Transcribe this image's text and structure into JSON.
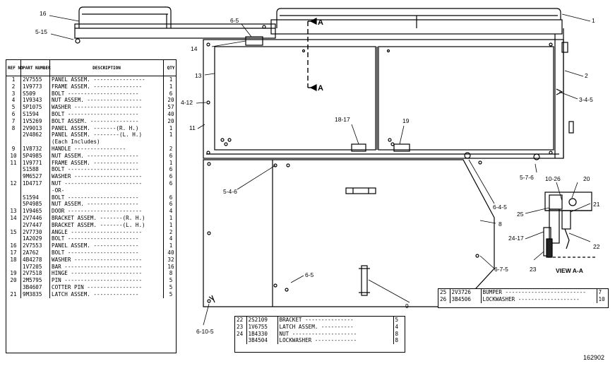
{
  "drawing_number": "162902",
  "view_caption": "VIEW A-A",
  "section_marks": [
    "A",
    "A"
  ],
  "callouts": {
    "c16": "16",
    "c5_15": "5-15",
    "c6_5a": "6-5",
    "c1": "1",
    "c14": "14",
    "c13": "13",
    "c2": "2",
    "c4_12": "4-12",
    "c3_4_5": "3-4-5",
    "c11": "11",
    "c18_17": "18-17",
    "c19": "19",
    "c5_7_6": "5-7-6",
    "c10_26": "10-26",
    "c20": "20",
    "c5_4_6": "5-4-6",
    "c6_4_5": "6-4-5",
    "c25": "25",
    "c21": "21",
    "c8": "8",
    "c24_17": "24-17",
    "c22": "22",
    "c6_7_5": "6-7-5",
    "c23": "23",
    "c6_5b": "6-5",
    "c9": "9",
    "c6_10_5": "6-10-5"
  },
  "parts_table": {
    "headers": {
      "ref": "REF NO",
      "part": "PART NUMBER",
      "desc": "DESCRIPTION",
      "qty": "QTY"
    },
    "rows": [
      {
        "ref": "1",
        "part": "2V7555",
        "desc": "PANEL ASSEM. ----------------",
        "qty": "1"
      },
      {
        "ref": "2",
        "part": "1V9773",
        "desc": "FRAME ASSEM. ---------------",
        "qty": "1"
      },
      {
        "ref": "3",
        "part": "S509",
        "desc": "BOLT ----------------------",
        "qty": "6"
      },
      {
        "ref": "4",
        "part": "1V9343",
        "desc": "NUT ASSEM. -----------------",
        "qty": "20"
      },
      {
        "ref": "5",
        "part": "5P1075",
        "desc": "WASHER ---------------------",
        "qty": "57"
      },
      {
        "ref": "6",
        "part": "S1594",
        "desc": "BOLT ----------------------",
        "qty": "40"
      },
      {
        "ref": "7",
        "part": "1V5269",
        "desc": "BOLT ASSEM. ---------------",
        "qty": "20"
      },
      {
        "ref": "8",
        "part": "2V9013",
        "desc": "PANEL ASSEM. -------(R. H.)",
        "qty": "1"
      },
      {
        "ref": "",
        "part": "2V4862",
        "desc": "PANEL ASSEM. --------(L. H.)",
        "qty": "1"
      },
      {
        "ref": "",
        "part": "",
        "desc": "(Each Includes)",
        "qty": ""
      },
      {
        "ref": "9",
        "part": "1V8732",
        "desc": "HANDLE ----------------",
        "qty": "2"
      },
      {
        "ref": "10",
        "part": "5P4985",
        "desc": "NUT ASSEM. ----------------",
        "qty": "6"
      },
      {
        "ref": "11",
        "part": "1V9771",
        "desc": "FRAME ASSEM. --------------",
        "qty": "1"
      },
      {
        "ref": "",
        "part": "S1588",
        "desc": "BOLT ----------------------",
        "qty": "6"
      },
      {
        "ref": "",
        "part": "9M6527",
        "desc": "WASHER ---------------------",
        "qty": "6"
      },
      {
        "ref": "12",
        "part": "1D4717",
        "desc": "NUT ------------------------",
        "qty": "6"
      },
      {
        "ref": "",
        "part": "",
        "desc": "-OR-",
        "qty": ""
      },
      {
        "ref": "",
        "part": "S1594",
        "desc": "BOLT ----------------------",
        "qty": "6"
      },
      {
        "ref": "",
        "part": "5P4985",
        "desc": "NUT ASSEM. ----------------",
        "qty": "6"
      },
      {
        "ref": "13",
        "part": "1V9465",
        "desc": "DOOR -----------------------",
        "qty": "4"
      },
      {
        "ref": "14",
        "part": "2V7446",
        "desc": "BRACKET ASSEM. -------(R. H.)",
        "qty": "1"
      },
      {
        "ref": "",
        "part": "2V7447",
        "desc": "BRACKET ASSEM. -------(L. H.)",
        "qty": "1"
      },
      {
        "ref": "15",
        "part": "2V7730",
        "desc": "ANGLE ----------------------",
        "qty": "2"
      },
      {
        "ref": "",
        "part": "1A2029",
        "desc": "BOLT ----------------------",
        "qty": "4"
      },
      {
        "ref": "16",
        "part": "2V7553",
        "desc": "PANEL ASSEM. --------------",
        "qty": "1"
      },
      {
        "ref": "17",
        "part": "2A762",
        "desc": "BOLT ----------------------",
        "qty": "40"
      },
      {
        "ref": "18",
        "part": "4B4278",
        "desc": "WASHER ---------------------",
        "qty": "32"
      },
      {
        "ref": "",
        "part": "1V7205",
        "desc": "BAR ------------------------",
        "qty": "16"
      },
      {
        "ref": "19",
        "part": "2V7518",
        "desc": "HINGE ----------------------",
        "qty": "8"
      },
      {
        "ref": "20",
        "part": "2M5795",
        "desc": "PIN ------------------------",
        "qty": "5"
      },
      {
        "ref": "",
        "part": "3B4607",
        "desc": "COTTER PIN -----------------",
        "qty": "5"
      },
      {
        "ref": "21",
        "part": "9M3835",
        "desc": "LATCH ASSEM. --------------",
        "qty": "5"
      }
    ]
  },
  "bottom_table": {
    "rows": [
      {
        "ref": "22",
        "part": "2S2109",
        "desc": "BRACKET ---------------",
        "qty": "5"
      },
      {
        "ref": "23",
        "part": "1V6755",
        "desc": "LATCH ASSEM. ----------",
        "qty": "4"
      },
      {
        "ref": "24",
        "part": "1B4330",
        "desc": "NUT --------------------",
        "qty": "8"
      },
      {
        "ref": "",
        "part": "3B4504",
        "desc": "LOCKWASHER -------------",
        "qty": "8"
      }
    ]
  },
  "right_table": {
    "rows": [
      {
        "ref": "25",
        "part": "2V3726",
        "desc": "BUMPER -------------------------",
        "qty": "7"
      },
      {
        "ref": "26",
        "part": "3B4506",
        "desc": "LOCKWASHER -------------------",
        "qty": "10"
      }
    ]
  }
}
